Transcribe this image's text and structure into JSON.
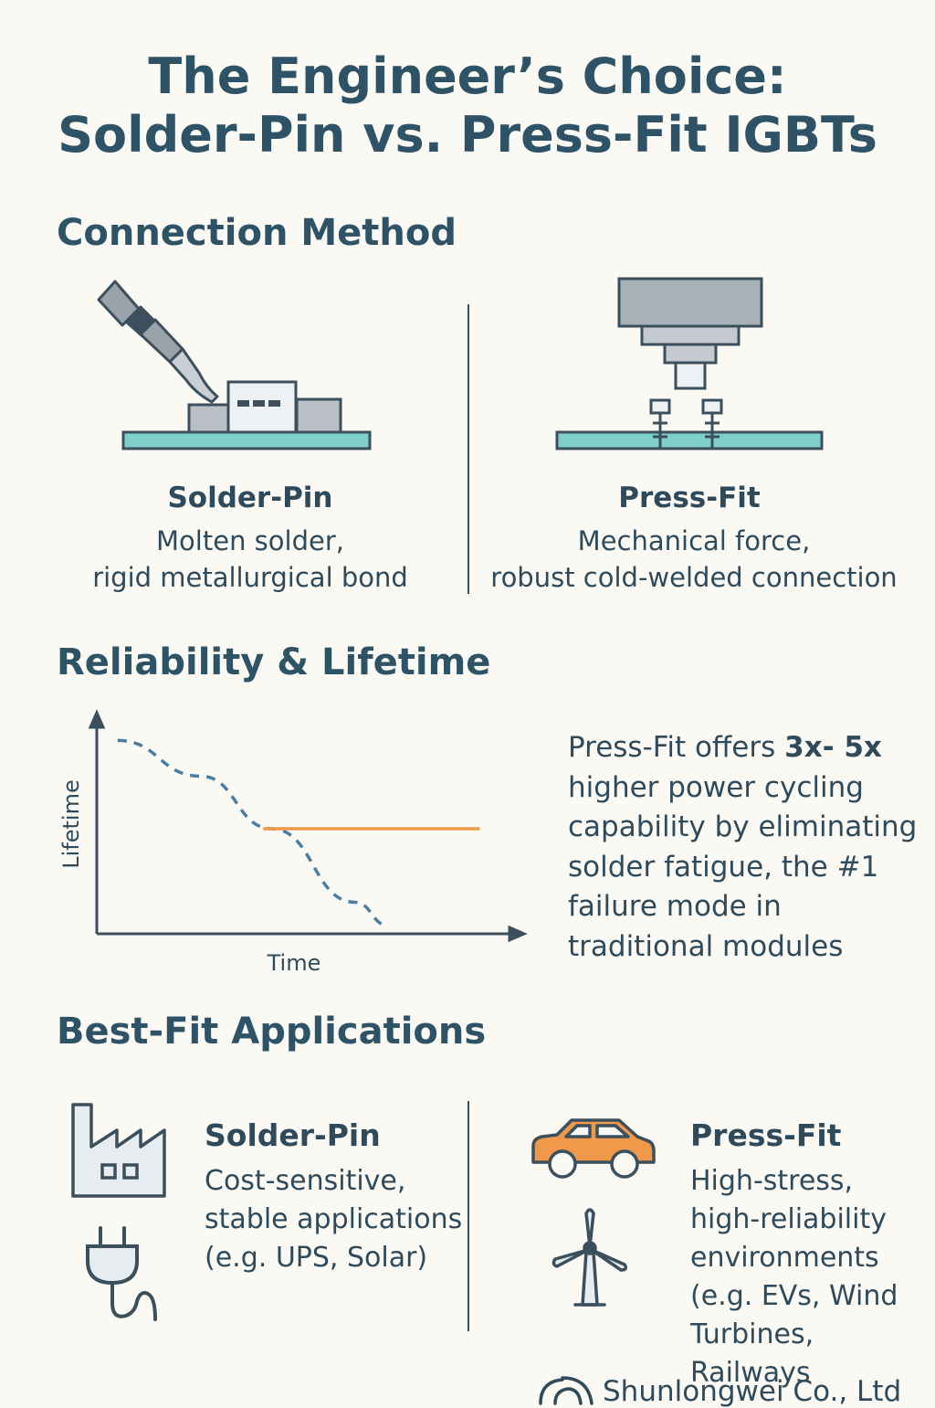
{
  "title": {
    "line1": "The Engineer’s Choice:",
    "line2": "Solder-Pin vs. Press-Fit IGBTs"
  },
  "connection": {
    "heading": "Connection Method",
    "solder": {
      "title": "Solder-Pin",
      "desc1": "Molten solder,",
      "desc2": "rigid metallurgical bond"
    },
    "press": {
      "title": "Press-Fit",
      "desc1": "Mechanical force,",
      "desc2": "robust cold-welded connection"
    }
  },
  "reliability": {
    "heading": "Reliability & Lifetime",
    "para_pre": "Press-Fit offers ",
    "para_bold": "3x- 5x",
    "para_post": " higher power cycling capability by eliminating solder fatigue, the #1 failure mode in traditional modules"
  },
  "chart_data": {
    "type": "line",
    "xlabel": "Time",
    "ylabel": "Lifetime",
    "series": [
      {
        "style": "dashed",
        "color": "#4a7fa3",
        "points": [
          [
            0.05,
            0.92
          ],
          [
            0.25,
            0.75
          ],
          [
            0.42,
            0.5
          ],
          [
            0.62,
            0.15
          ],
          [
            0.7,
            0.04
          ]
        ]
      },
      {
        "style": "solid",
        "color": "#f0994a",
        "points": [
          [
            0.4,
            0.5
          ],
          [
            0.92,
            0.5
          ]
        ]
      }
    ]
  },
  "applications": {
    "heading": "Best-Fit Applications",
    "solder": {
      "title": "Solder-Pin",
      "lines": [
        "Cost-sensitive,",
        "stable applications",
        "(e.g. UPS, Solar)"
      ]
    },
    "press": {
      "title": "Press-Fit",
      "lines": [
        "High-stress,",
        "high-reliability",
        "environments",
        "(e.g. EVs, Wind",
        "Turbines, Railways"
      ]
    }
  },
  "brand": {
    "name": "Shunlongwei Co., Ltd"
  },
  "icons": {
    "soldering": "soldering-iron-icon",
    "press": "press-icon",
    "factory": "factory-icon",
    "plug": "plug-icon",
    "car": "car-icon",
    "wind": "wind-turbine-icon"
  },
  "colors": {
    "heading": "#2f5366",
    "teal": "#7fcfca",
    "orange": "#f0994a",
    "dash": "#4a7fa3"
  }
}
